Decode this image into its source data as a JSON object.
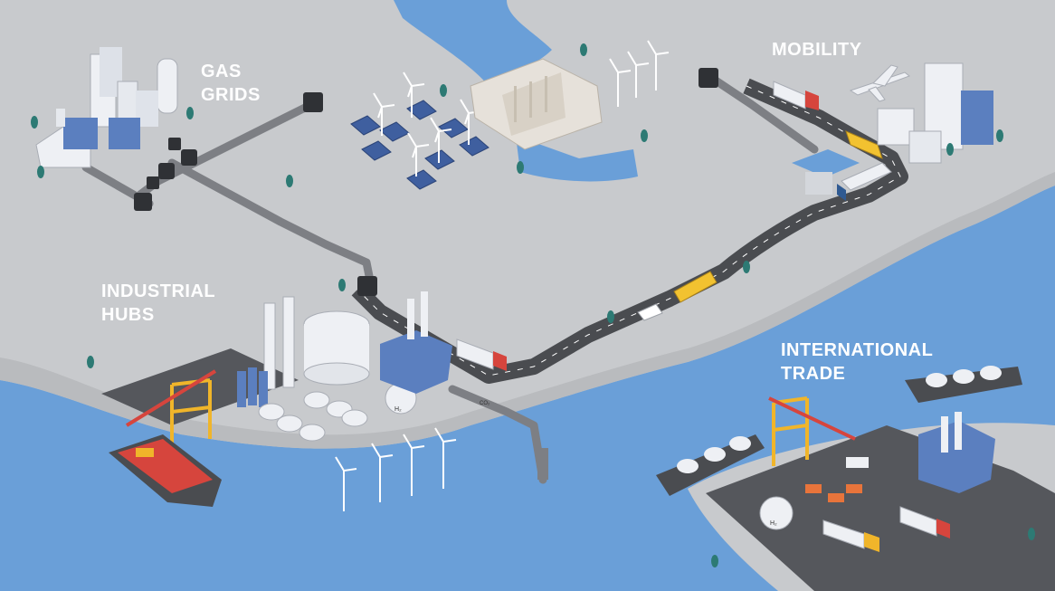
{
  "labels": {
    "gas_grids": [
      "GAS",
      "GRIDS"
    ],
    "mobility": [
      "MOBILITY"
    ],
    "industrial_hubs": [
      "INDUSTRIAL",
      "HUBS"
    ],
    "international_trade": [
      "INTERNATIONAL",
      "TRADE"
    ]
  },
  "marks": {
    "h2": "H₂",
    "co2": "CO₂"
  },
  "colors": {
    "land": "#c8cacd",
    "water": "#6a9fd8",
    "pipeline": "#7d7f84",
    "pipeline_node": "#2f3135",
    "road": "#4a4c50",
    "building_blue": "#5b7fbf",
    "truck_red": "#d6453d",
    "bus_yellow": "#f2c230",
    "crane_yellow": "#f0b52a",
    "tree": "#2d7a74"
  },
  "icons": [
    "wind-turbine-icon",
    "solar-panel-icon",
    "dam-icon",
    "gas-tank-icon",
    "truck-icon",
    "bus-icon",
    "car-icon",
    "airplane-icon",
    "ship-icon",
    "crane-icon",
    "refinery-icon"
  ]
}
